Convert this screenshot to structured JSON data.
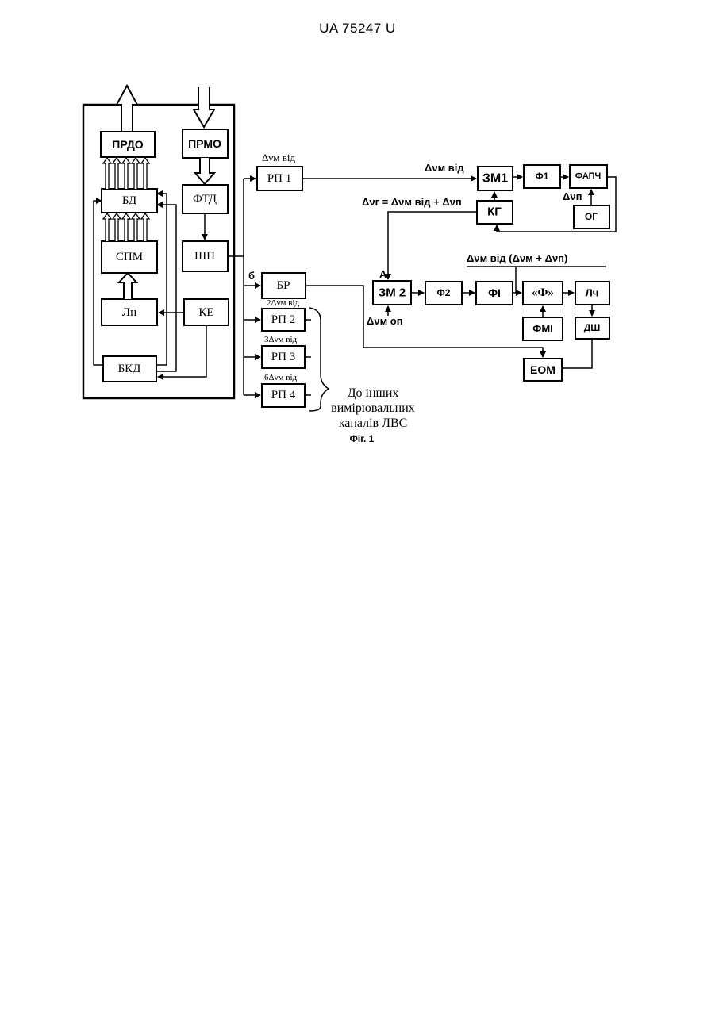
{
  "header": "UA   75247   U",
  "blocks": {
    "prdo": "ПРДО",
    "prmo": "ПРМО",
    "bd": "БД",
    "ftd": "ФТД",
    "spm": "СПМ",
    "shp": "ШП",
    "ln": "Лн",
    "ke": "КЕ",
    "bkd": "БКД",
    "rp1": "РП 1",
    "br": "БР",
    "rp2": "РП 2",
    "rp3": "РП 3",
    "rp4": "РП 4",
    "zm1": "ЗМ1",
    "f1": "Ф1",
    "fapch": "ФАПЧ",
    "kg": "КГ",
    "og": "ОГ",
    "zm2": "ЗМ 2",
    "f2": "Ф2",
    "fi": "ФІ",
    "fl": "«Ф»",
    "lch": "Лч",
    "fmi": "ФМІ",
    "dsh": "ДШ",
    "eom": "ЕОМ"
  },
  "annotations": {
    "rp1_in": "Δνм від",
    "zm1_in": "Δνм від",
    "kg_out": "Δνг = Δνм від + Δνп",
    "og_out": "Δνп",
    "zm2_mix": "Δνм від (Δνм + Δνп)",
    "zm2_ref": "Δνм оп",
    "point_a": "А",
    "point_b": "б",
    "rp2_in": "2Δνм від",
    "rp3_in": "3Δνм від",
    "rp4_in": "6Δνм від"
  },
  "note": [
    "До інших",
    "вимірювальних",
    "каналів ЛВС"
  ],
  "figure_caption": "Фіг. 1"
}
